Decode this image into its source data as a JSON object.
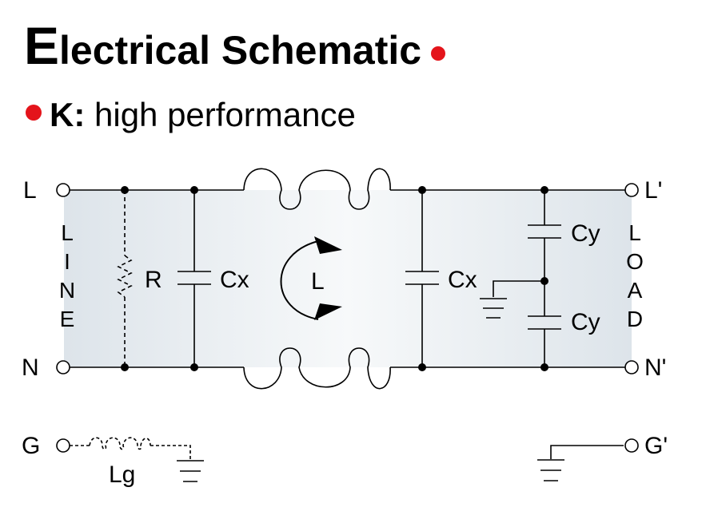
{
  "title": {
    "first_letter": "E",
    "rest": "lectrical Schematic"
  },
  "subtitle": {
    "key": "K:",
    "text": "high performance"
  },
  "colors": {
    "bullet": "#e4141b",
    "panel": "#e9eef2"
  },
  "terminals": {
    "l_in": "L",
    "n_in": "N",
    "g_in": "G",
    "l_out": "L'",
    "n_out": "N'",
    "g_out": "G'"
  },
  "side_labels": {
    "line": [
      "L",
      "I",
      "N",
      "E"
    ],
    "load": [
      "L",
      "O",
      "A",
      "D"
    ]
  },
  "components": {
    "resistor": "R",
    "cx_left": "Cx",
    "inductor": "L",
    "cx_right": "Cx",
    "cy_top": "Cy",
    "cy_bottom": "Cy",
    "ground_inductor": "Lg"
  }
}
